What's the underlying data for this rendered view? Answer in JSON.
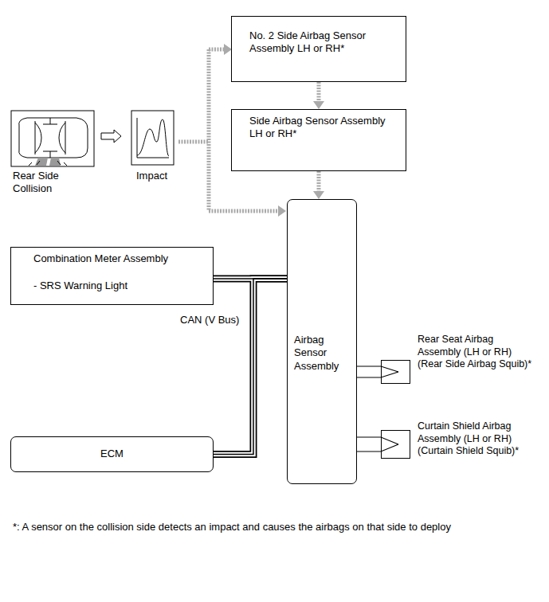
{
  "diagram": {
    "nodes": [
      {
        "text": [
          "No. 2 Side Airbag Sensor Assembly LH or RH*"
        ]
      },
      {
        "text": [
          "Side Airbag Sensor Assembly LH or RH*"
        ]
      },
      {
        "text": [
          "Combination Meter Assembly",
          "- SRS Warning Light"
        ]
      },
      {
        "text": [
          "Airbag Sensor Assembly"
        ]
      },
      {
        "text": [
          "ECM"
        ]
      },
      {
        "text": [
          "Rear Seat Airbag Assembly (LH or RH) (Rear Side Airbag Squib)*"
        ]
      },
      {
        "text": [
          "Curtain Shield Airbag Assembly (LH or RH) (Curtain Shield Squib)*"
        ]
      }
    ],
    "edges": [
      {
        "from": 0,
        "to": 1,
        "arrow": "to"
      },
      {
        "from": 1,
        "to": 3,
        "arrow": "to"
      },
      {
        "from": 2,
        "to": 3,
        "arrow": "none"
      },
      {
        "from": 4,
        "to": 3,
        "arrow": "none",
        "label": "CAN (V Bus)"
      },
      {
        "from": 3,
        "to": 5,
        "arrow": "to"
      },
      {
        "from": 3,
        "to": 6,
        "arrow": "to"
      }
    ],
    "labels": [
      "Rear Side Collision",
      "Impact",
      "*: A sensor on the collision side detects an impact and causes the airbags on that side to deploy"
    ]
  }
}
